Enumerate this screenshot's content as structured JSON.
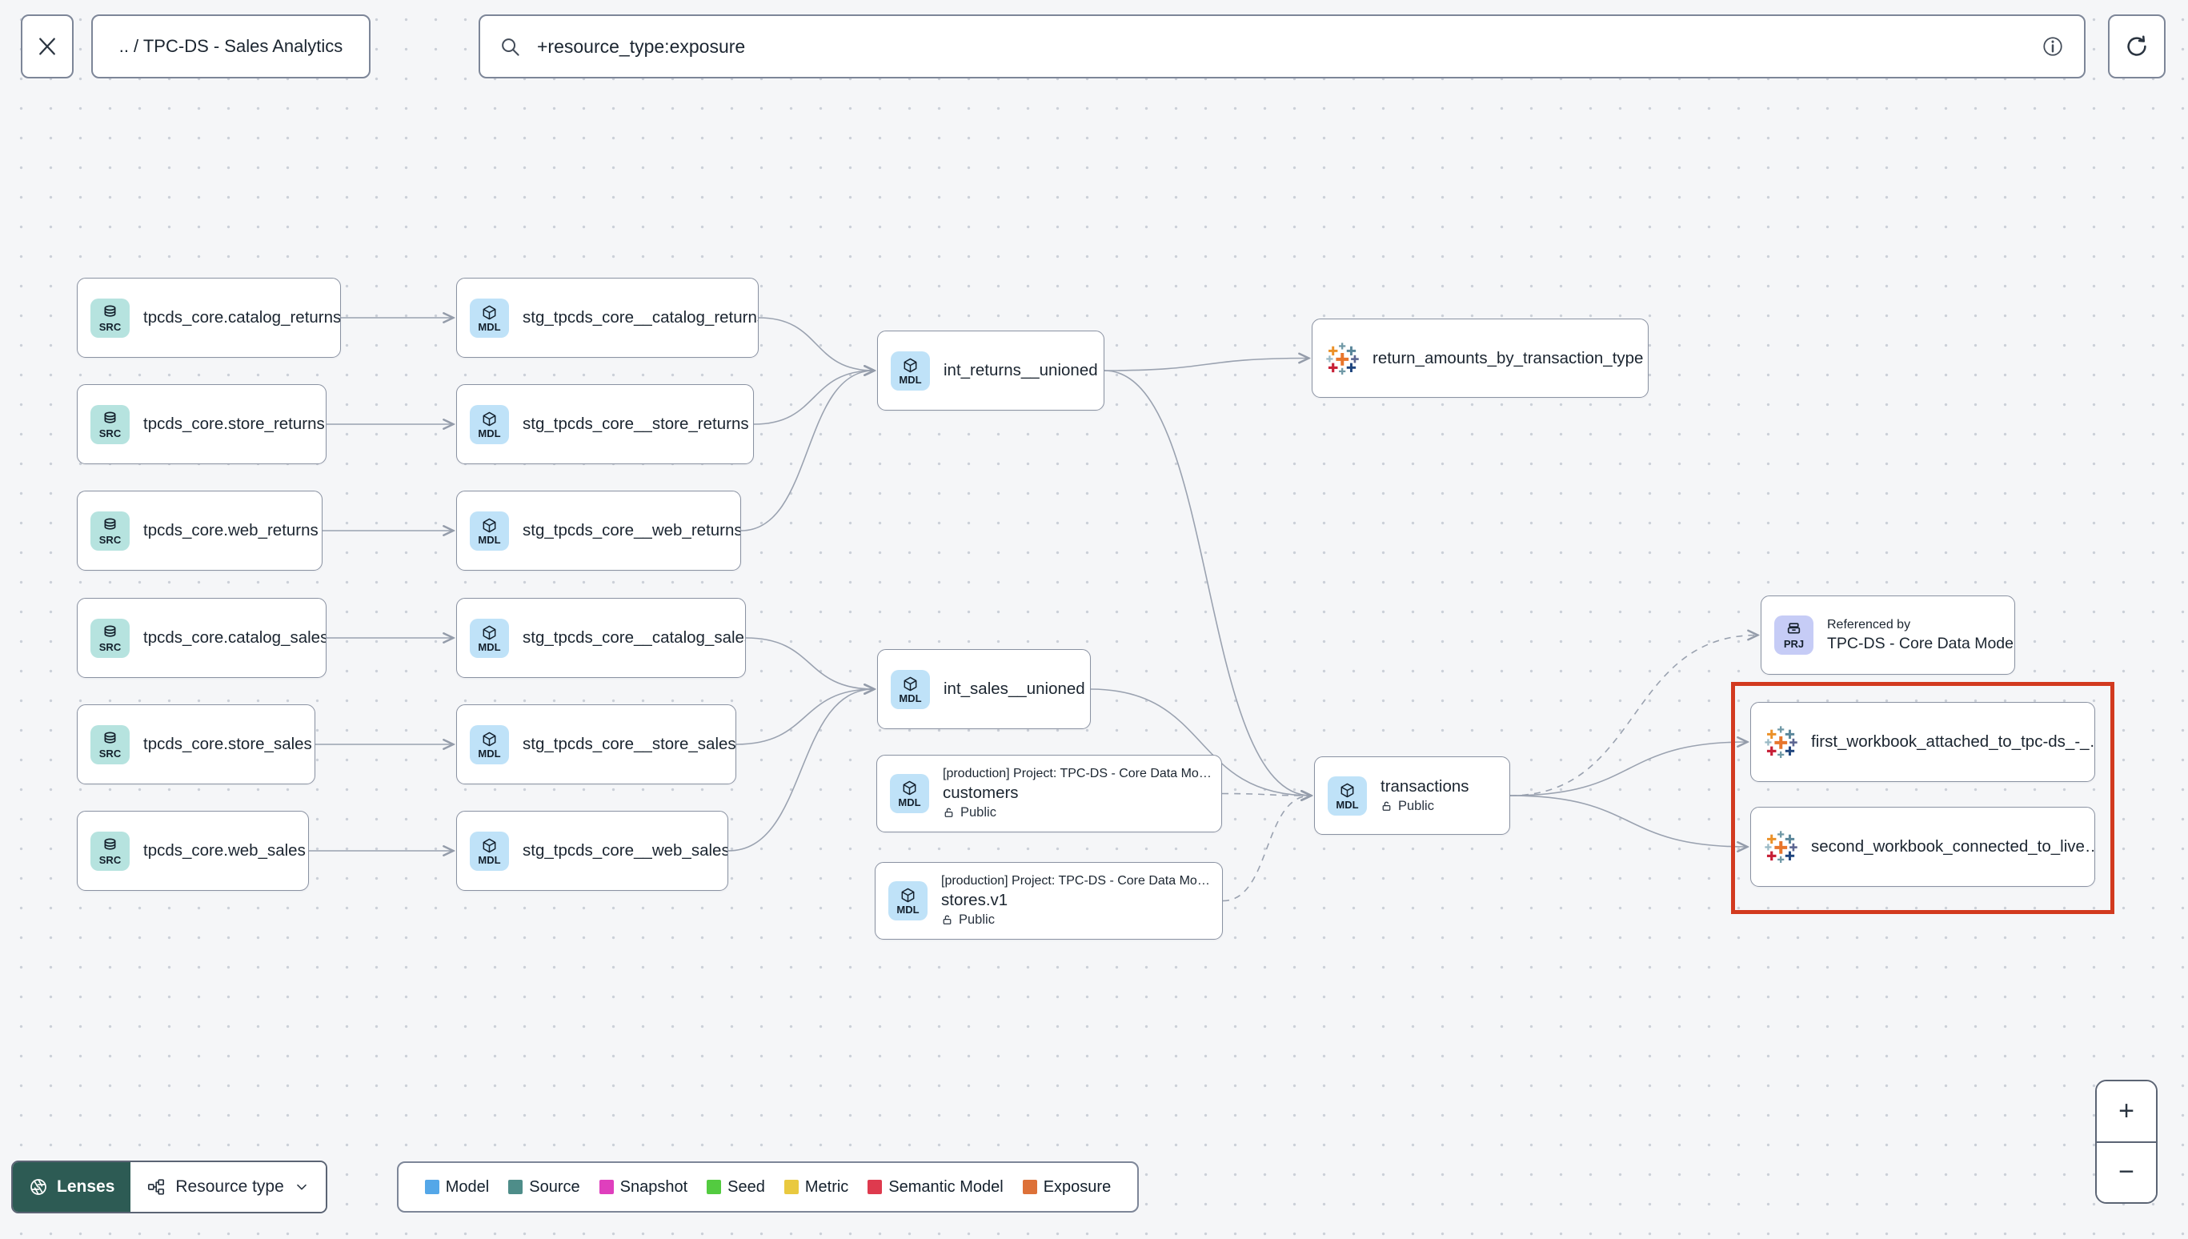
{
  "toolbar": {
    "breadcrumb": ".. / TPC-DS - Sales Analytics",
    "search_value": "+resource_type:exposure"
  },
  "canvas": {
    "nodes": {
      "src_catalog_returns": {
        "type": "source",
        "badge": "SRC",
        "label": "tpcds_core.catalog_returns"
      },
      "src_store_returns": {
        "type": "source",
        "badge": "SRC",
        "label": "tpcds_core.store_returns"
      },
      "src_web_returns": {
        "type": "source",
        "badge": "SRC",
        "label": "tpcds_core.web_returns"
      },
      "src_catalog_sales": {
        "type": "source",
        "badge": "SRC",
        "label": "tpcds_core.catalog_sales"
      },
      "src_store_sales": {
        "type": "source",
        "badge": "SRC",
        "label": "tpcds_core.store_sales"
      },
      "src_web_sales": {
        "type": "source",
        "badge": "SRC",
        "label": "tpcds_core.web_sales"
      },
      "stg_catalog_returns": {
        "type": "model",
        "badge": "MDL",
        "label": "stg_tpcds_core__catalog_returns"
      },
      "stg_store_returns": {
        "type": "model",
        "badge": "MDL",
        "label": "stg_tpcds_core__store_returns"
      },
      "stg_web_returns": {
        "type": "model",
        "badge": "MDL",
        "label": "stg_tpcds_core__web_returns"
      },
      "stg_catalog_sales": {
        "type": "model",
        "badge": "MDL",
        "label": "stg_tpcds_core__catalog_sales"
      },
      "stg_store_sales": {
        "type": "model",
        "badge": "MDL",
        "label": "stg_tpcds_core__store_sales"
      },
      "stg_web_sales": {
        "type": "model",
        "badge": "MDL",
        "label": "stg_tpcds_core__web_sales"
      },
      "int_returns": {
        "type": "model",
        "badge": "MDL",
        "label": "int_returns__unioned"
      },
      "int_sales": {
        "type": "model",
        "badge": "MDL",
        "label": "int_sales__unioned"
      },
      "customers": {
        "type": "model",
        "badge": "MDL",
        "header": "[production] Project: TPC-DS - Core Data Mo…",
        "label": "customers",
        "access": "Public"
      },
      "stores": {
        "type": "model",
        "badge": "MDL",
        "header": "[production] Project: TPC-DS - Core Data Mo…",
        "label": "stores.v1",
        "access": "Public"
      },
      "return_amounts": {
        "type": "exposure",
        "label": "return_amounts_by_transaction_type"
      },
      "transactions": {
        "type": "model",
        "badge": "MDL",
        "label": "transactions",
        "access": "Public"
      },
      "referenced_by": {
        "type": "project",
        "badge": "PRJ",
        "header": "Referenced by",
        "label": "TPC-DS - Core Data Models"
      },
      "first_workbook": {
        "type": "exposure",
        "label": "first_workbook_attached_to_tpc-ds_-_…"
      },
      "second_workbook": {
        "type": "exposure",
        "label": "second_workbook_connected_to_live…"
      }
    },
    "edges": [
      {
        "from": "src_catalog_returns",
        "to": "stg_catalog_returns",
        "style": "solid"
      },
      {
        "from": "src_store_returns",
        "to": "stg_store_returns",
        "style": "solid"
      },
      {
        "from": "src_web_returns",
        "to": "stg_web_returns",
        "style": "solid"
      },
      {
        "from": "src_catalog_sales",
        "to": "stg_catalog_sales",
        "style": "solid"
      },
      {
        "from": "src_store_sales",
        "to": "stg_store_sales",
        "style": "solid"
      },
      {
        "from": "src_web_sales",
        "to": "stg_web_sales",
        "style": "solid"
      },
      {
        "from": "stg_catalog_returns",
        "to": "int_returns",
        "style": "solid"
      },
      {
        "from": "stg_store_returns",
        "to": "int_returns",
        "style": "solid"
      },
      {
        "from": "stg_web_returns",
        "to": "int_returns",
        "style": "solid"
      },
      {
        "from": "stg_catalog_sales",
        "to": "int_sales",
        "style": "solid"
      },
      {
        "from": "stg_store_sales",
        "to": "int_sales",
        "style": "solid"
      },
      {
        "from": "stg_web_sales",
        "to": "int_sales",
        "style": "solid"
      },
      {
        "from": "int_returns",
        "to": "return_amounts",
        "style": "solid"
      },
      {
        "from": "int_returns",
        "to": "transactions",
        "style": "solid"
      },
      {
        "from": "int_sales",
        "to": "transactions",
        "style": "solid"
      },
      {
        "from": "customers",
        "to": "transactions",
        "style": "dashed"
      },
      {
        "from": "stores",
        "to": "transactions",
        "style": "dashed"
      },
      {
        "from": "transactions",
        "to": "referenced_by",
        "style": "dashed"
      },
      {
        "from": "transactions",
        "to": "first_workbook",
        "style": "solid"
      },
      {
        "from": "transactions",
        "to": "second_workbook",
        "style": "solid"
      }
    ]
  },
  "footer": {
    "lenses_label": "Lenses",
    "resource_type_label": "Resource type",
    "legend": [
      {
        "label": "Model",
        "color": "#54a7e8"
      },
      {
        "label": "Source",
        "color": "#4e8d89"
      },
      {
        "label": "Snapshot",
        "color": "#df3fbd"
      },
      {
        "label": "Seed",
        "color": "#53cb40"
      },
      {
        "label": "Metric",
        "color": "#e9c93f"
      },
      {
        "label": "Semantic Model",
        "color": "#de3a4e"
      },
      {
        "label": "Exposure",
        "color": "#dd7138"
      }
    ]
  },
  "zoom_controls": {
    "zoom_in": "+",
    "zoom_out": "−"
  }
}
